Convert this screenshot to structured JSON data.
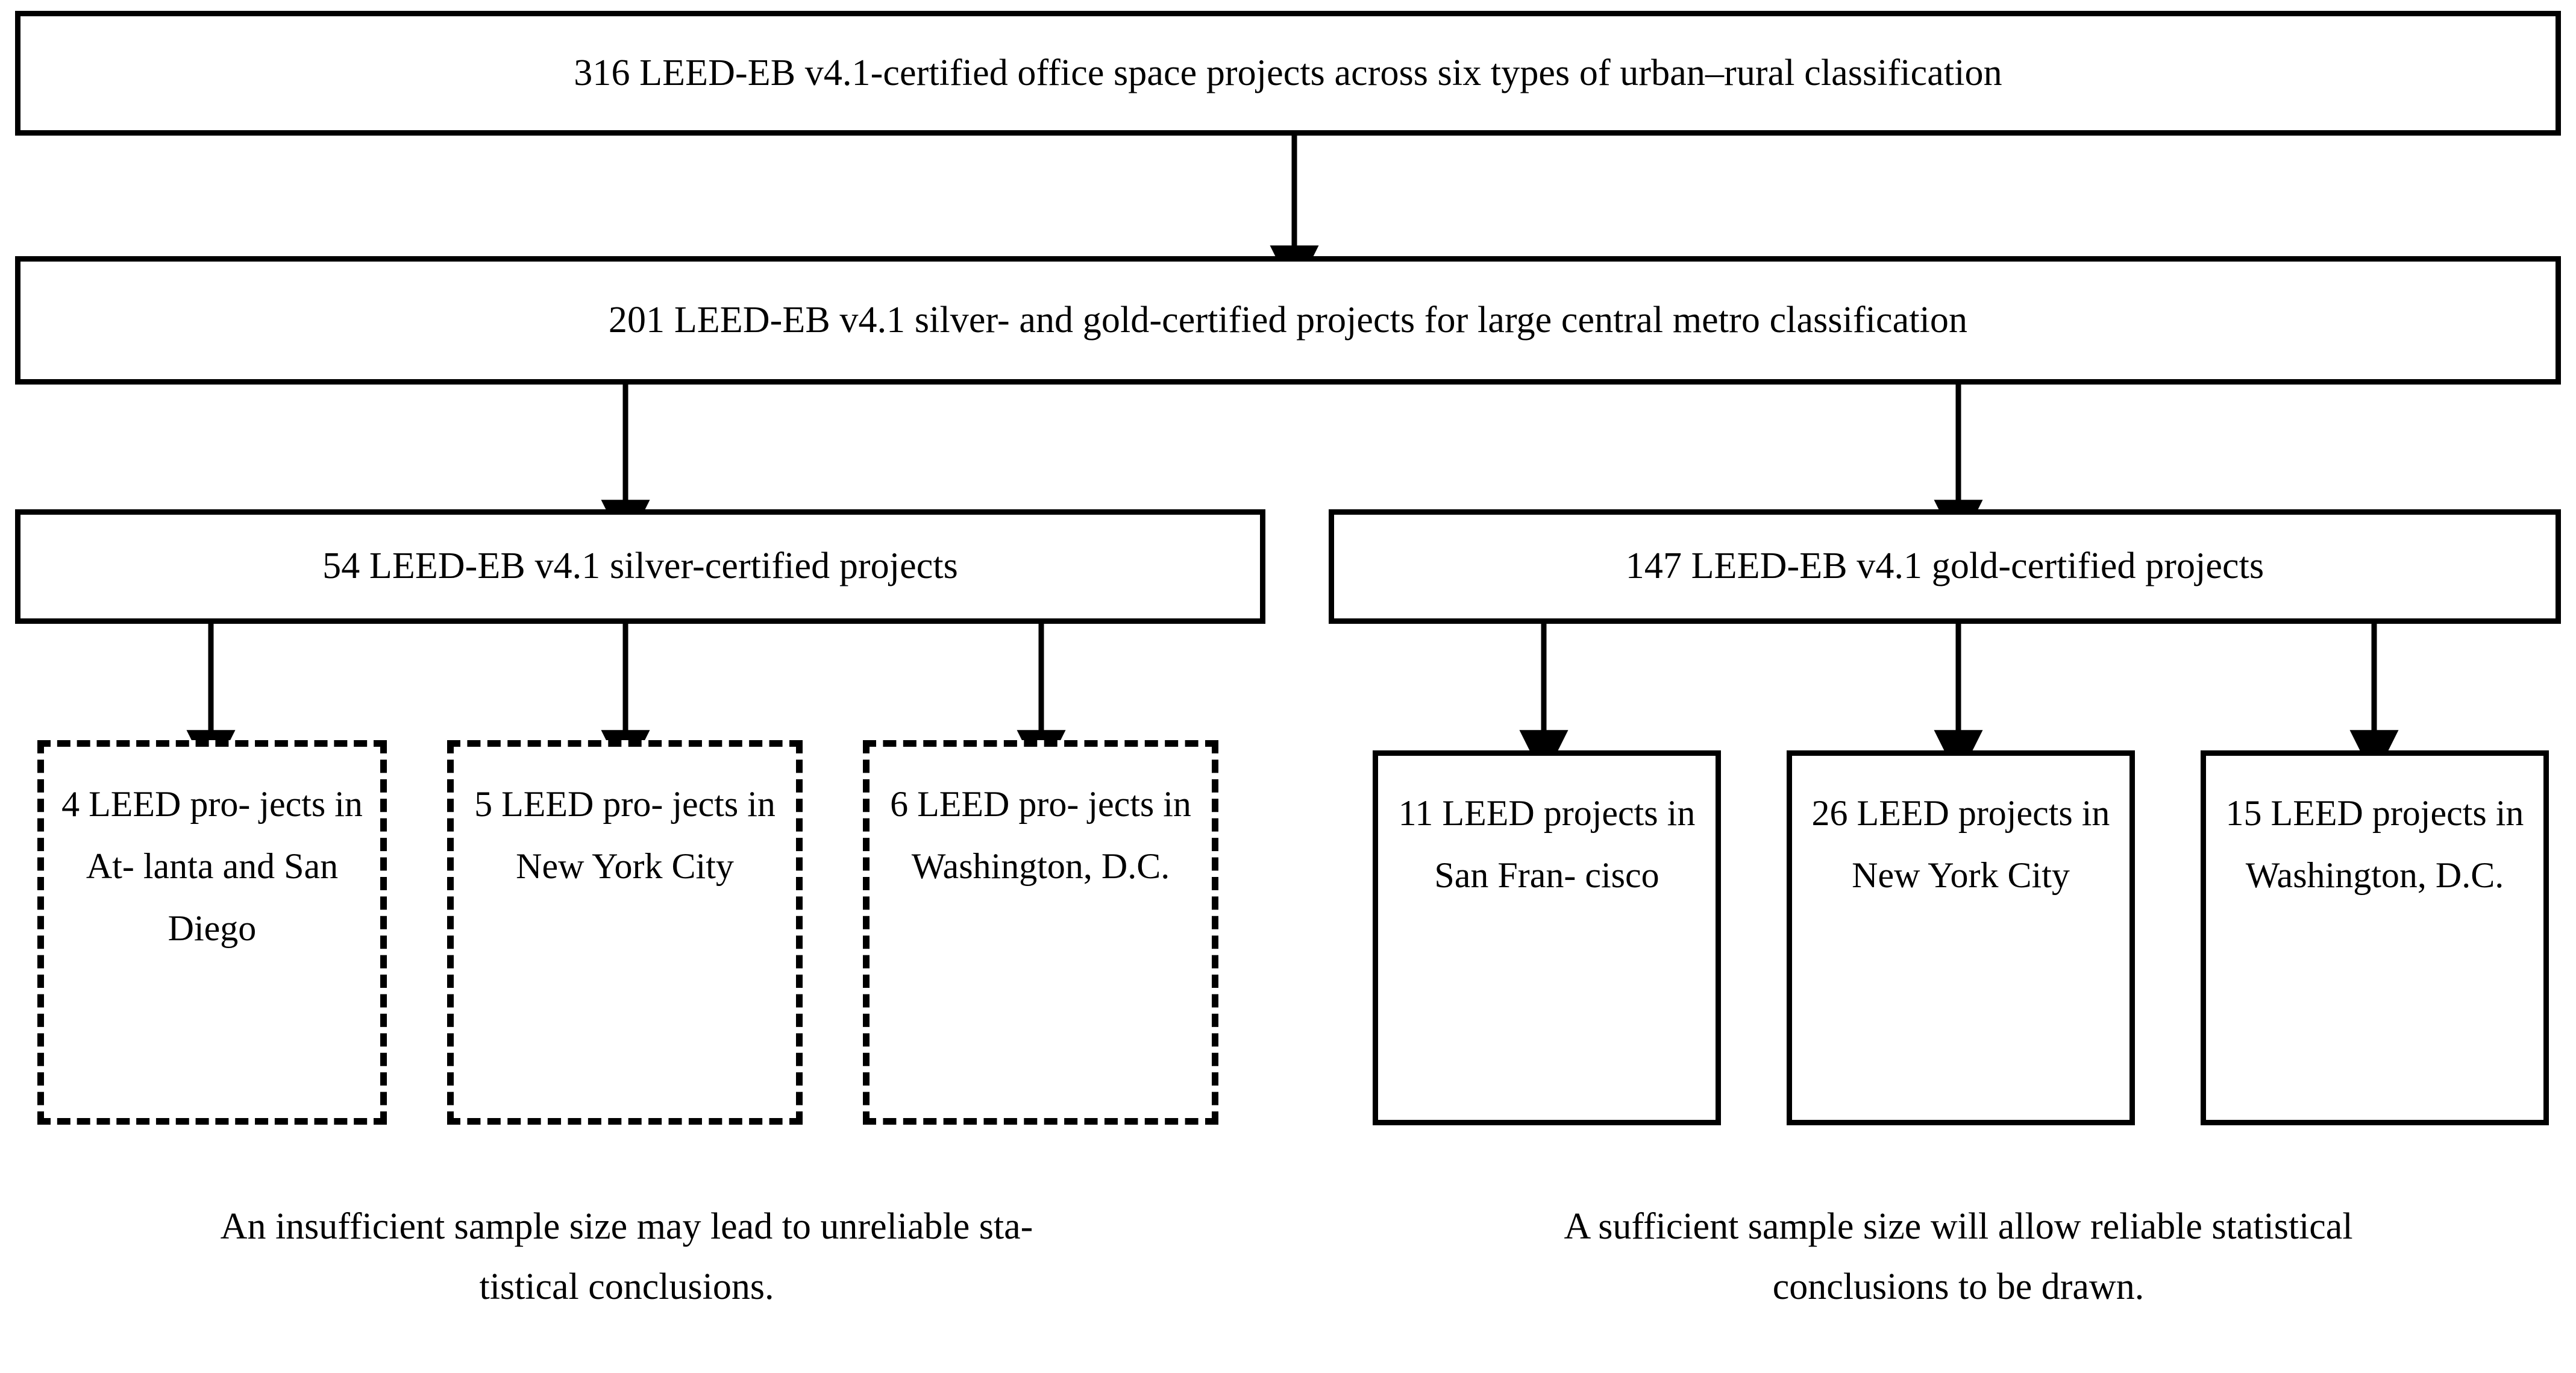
{
  "diagram": {
    "title_text": "316 LEED-EB v4.1-certified office space projects across six types of urban–rural classification",
    "level2_text": "201 LEED-EB v4.1 silver- and gold-certified projects for large central metro classification",
    "silver_branch_text": "54 LEED-EB v4.1 silver-certified projects",
    "gold_branch_text": "147 LEED-EB v4.1 gold-certified projects",
    "silver_leaves": [
      {
        "id": "atlanta-san-diego",
        "count": "4",
        "lines": [
          "4 LEED pro-",
          "jects in At-",
          "lanta and",
          "San Diego"
        ],
        "full_text": "4 LEED projects in Atlanta and San Diego",
        "border_style": "dashed"
      },
      {
        "id": "new-york-city",
        "count": "5",
        "lines": [
          "5 LEED pro-",
          "jects in New",
          "York City"
        ],
        "full_text": "5 LEED projects in New York City",
        "border_style": "dashed"
      },
      {
        "id": "washington-dc",
        "count": "6",
        "lines": [
          "6 LEED pro-",
          "jects in",
          "Washington,",
          "D.C."
        ],
        "full_text": "6 LEED projects in Washington, D.C.",
        "border_style": "dashed"
      }
    ],
    "gold_leaves": [
      {
        "id": "san-francisco",
        "count": "11",
        "lines": [
          "11 LEED",
          "projects in",
          "San Fran-",
          "cisco"
        ],
        "full_text": "11 LEED projects in San Francisco",
        "border_style": "solid"
      },
      {
        "id": "new-york-city",
        "count": "26",
        "lines": [
          "26 LEED",
          "projects in",
          "New York",
          "City"
        ],
        "full_text": "26 LEED projects in New York City",
        "border_style": "solid"
      },
      {
        "id": "washington-dc",
        "count": "15",
        "lines": [
          "15 LEED",
          "projects in",
          "Washington,",
          "D.C."
        ],
        "full_text": "15 LEED projects in Washington, D.C.",
        "border_style": "solid"
      }
    ],
    "captions": {
      "left": {
        "line1": "An insufficient sample size may lead to unreliable sta-",
        "line2": "tistical conclusions.",
        "full_text": "An insufficient sample size may lead to unreliable statistical conclusions."
      },
      "right": {
        "line1": "A sufficient sample size will allow reliable statistical",
        "line2": "conclusions to be drawn.",
        "full_text": "A sufficient sample size will allow reliable statistical conclusions to be drawn."
      }
    },
    "colors": {
      "stroke": "#000000",
      "background": "#ffffff",
      "text": "#000000"
    }
  }
}
